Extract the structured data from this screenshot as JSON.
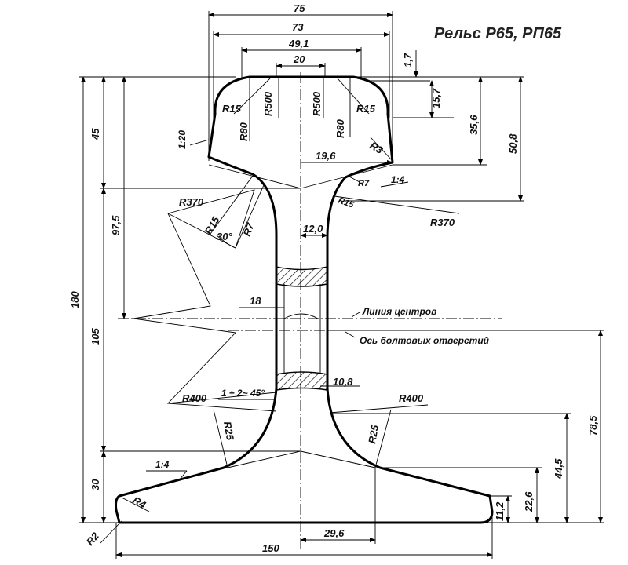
{
  "title": "Рельс Р65, РП65",
  "labels": {
    "center_line": "Линия центров",
    "bolt_axis": "Ось болтовых отверстий"
  },
  "dims": {
    "d75": "75",
    "d73": "73",
    "d491": "49,1",
    "d20": "20",
    "d17": "1,7",
    "d157": "15,7",
    "d356": "35,6",
    "d508": "50,8",
    "d45": "45",
    "d180": "180",
    "d975": "97,5",
    "d105": "105",
    "d30": "30",
    "d196": "19,6",
    "d120": "12,0",
    "d18": "18",
    "d108": "10,8",
    "d150": "150",
    "d296": "29,6",
    "d112": "11,2",
    "d226": "22,6",
    "d445": "44,5",
    "d785": "78,5"
  },
  "radii": {
    "r15a": "R15",
    "r15b": "R15",
    "r500a": "R500",
    "r500b": "R500",
    "r80a": "R80",
    "r80b": "R80",
    "r3": "R3",
    "r7a": "R7",
    "r7b": "R7",
    "r15c": "R15",
    "r15d": "R15",
    "r370a": "R370",
    "r370b": "R370",
    "r400a": "R400",
    "r400b": "R400",
    "r25a": "R25",
    "r25b": "R25",
    "r4": "R4",
    "r2": "R2"
  },
  "slopes": {
    "s120": "1:20",
    "s14a": "1:4",
    "s14b": "1:4",
    "angle30": "30°",
    "chamfer": "1 ÷ 2~ 45°"
  }
}
